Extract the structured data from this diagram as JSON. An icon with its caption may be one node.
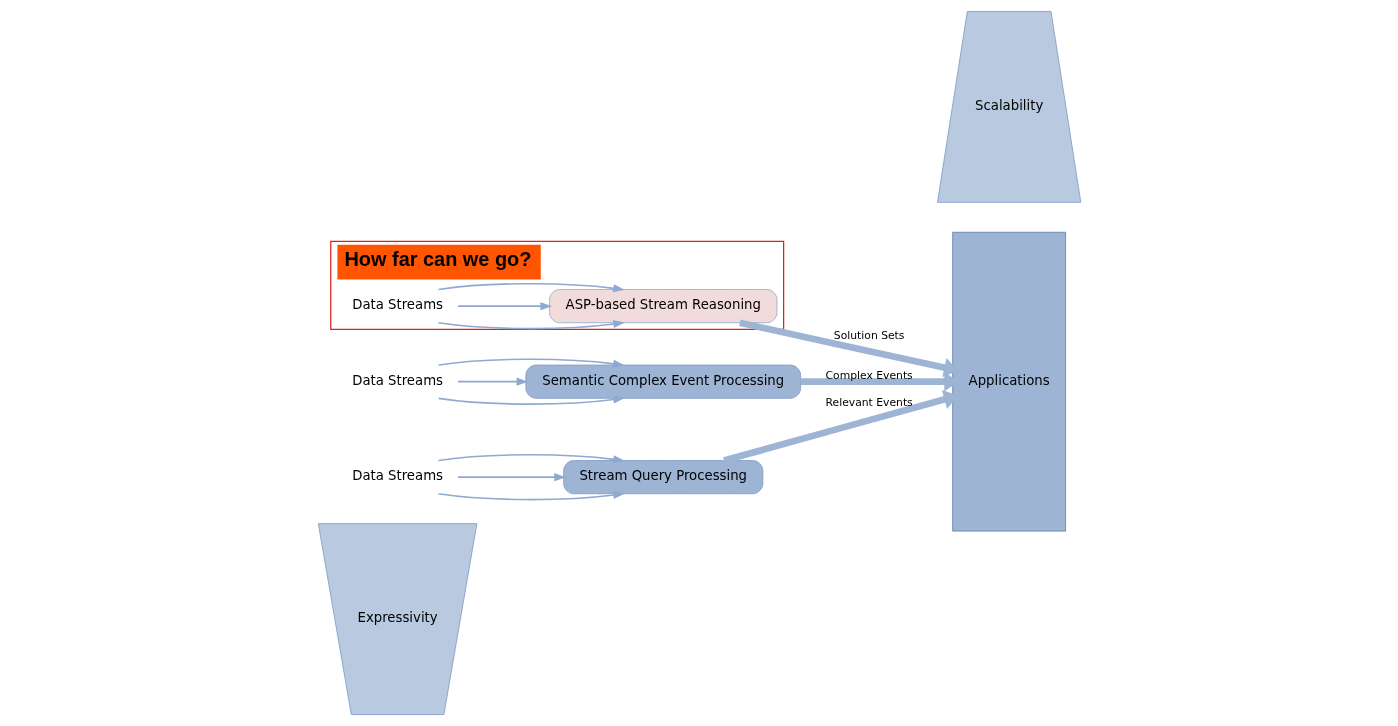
{
  "diagram": {
    "nodes": [
      {
        "text": [
          "Expressivity"
        ]
      },
      {
        "text": [
          "How far can we go?"
        ]
      },
      {
        "text": [
          "Data Streams"
        ],
        "in": 1
      },
      {
        "text": [
          "ASP-based Stream Reasoning"
        ],
        "in": 1
      },
      {
        "text": [
          "Data Streams"
        ]
      },
      {
        "text": [
          "Semantic Complex Event Processing"
        ]
      },
      {
        "text": [
          "Data Streams"
        ]
      },
      {
        "text": [
          "Stream Query Processing"
        ]
      },
      {
        "text": [
          "Applications"
        ]
      },
      {
        "text": [
          "Scalability"
        ]
      }
    ],
    "edges": [
      {
        "from": 2,
        "to": 3,
        "arrow": "to"
      },
      {
        "from": 2,
        "to": 3,
        "arrow": "to"
      },
      {
        "from": 2,
        "to": 3,
        "arrow": "to"
      },
      {
        "from": 3,
        "to": 8,
        "arrow": "to",
        "label": "Solution Sets",
        "style": "thick"
      },
      {
        "from": 4,
        "to": 5,
        "arrow": "to"
      },
      {
        "from": 4,
        "to": 5,
        "arrow": "to"
      },
      {
        "from": 4,
        "to": 5,
        "arrow": "to"
      },
      {
        "from": 5,
        "to": 8,
        "arrow": "to",
        "label": "Complex Events",
        "style": "thick"
      },
      {
        "from": 6,
        "to": 7,
        "arrow": "to"
      },
      {
        "from": 6,
        "to": 7,
        "arrow": "to"
      },
      {
        "from": 6,
        "to": 7,
        "arrow": "to"
      },
      {
        "from": 7,
        "to": 8,
        "arrow": "to",
        "label": "Relevant Events",
        "style": "thick"
      }
    ]
  }
}
